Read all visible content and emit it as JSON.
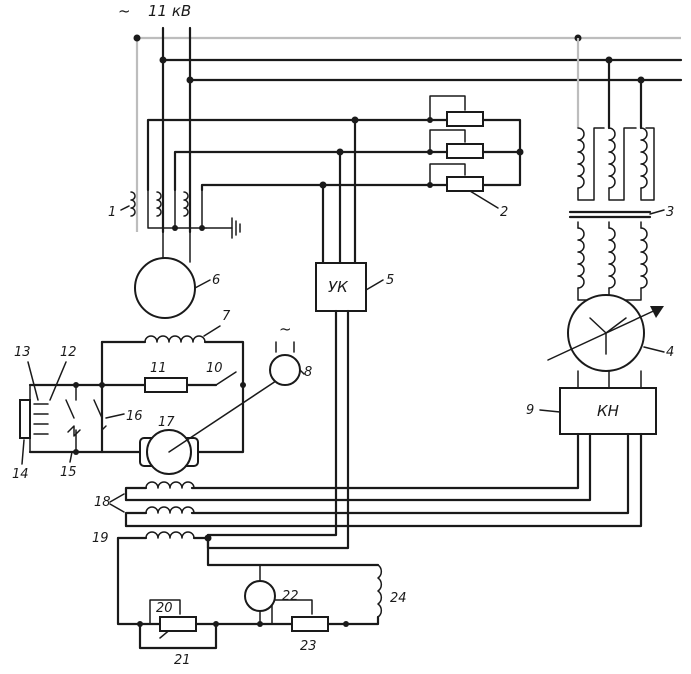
{
  "supply": {
    "tilde": "~",
    "voltage": "11 кВ"
  },
  "blocks": {
    "uk": "УК",
    "kn": "КН"
  },
  "ac_symbol": "~",
  "labels": {
    "n1": "1",
    "n2": "2",
    "n3": "3",
    "n4": "4",
    "n5": "5",
    "n6": "6",
    "n7": "7",
    "n8": "8",
    "n9": "9",
    "n10": "10",
    "n11": "11",
    "n12": "12",
    "n13": "13",
    "n14": "14",
    "n15": "15",
    "n16": "16",
    "n17": "17",
    "n18": "18",
    "n19": "19",
    "n20": "20",
    "n21": "21",
    "n22": "22",
    "n23": "23",
    "n24": "24"
  }
}
